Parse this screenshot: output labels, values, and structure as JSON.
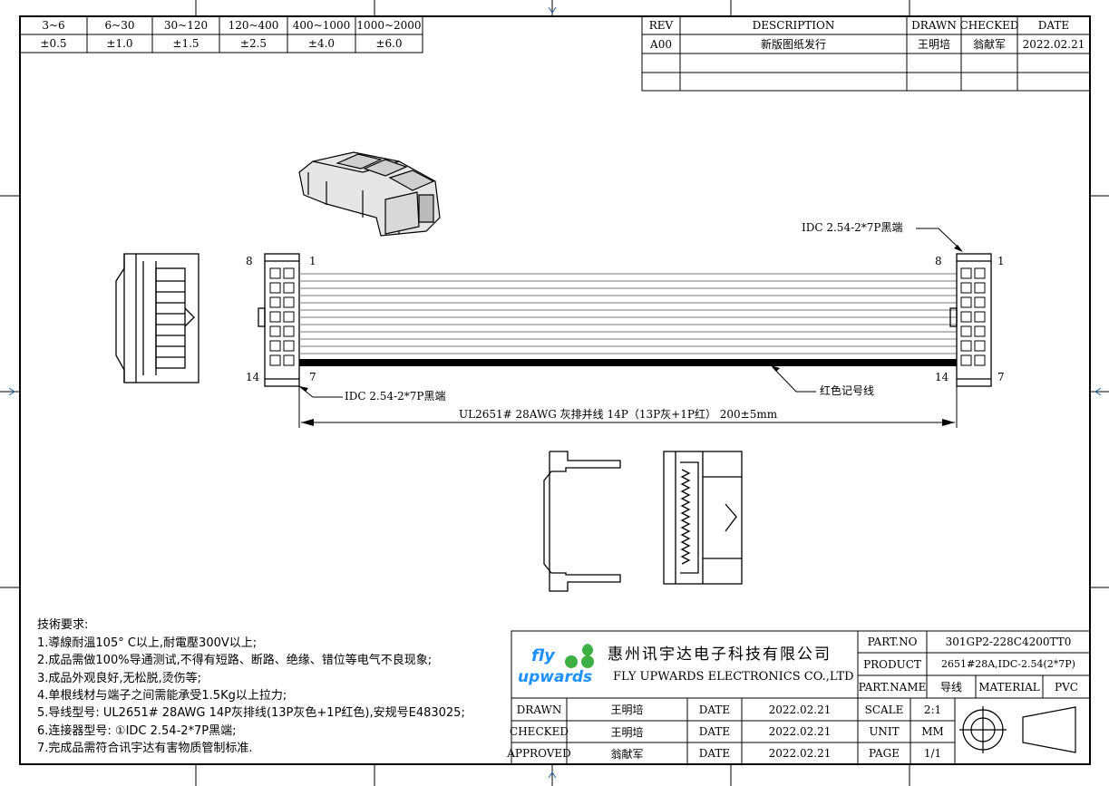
{
  "tolerance_table": {
    "ranges": [
      "3~6",
      "6~30",
      "30~120",
      "120~400",
      "400~1000",
      "1000~2000"
    ],
    "values": [
      "±0.5",
      "±1.0",
      "±1.5",
      "±2.5",
      "±4.0",
      "±6.0"
    ]
  },
  "revision_table": {
    "headers": {
      "rev": "REV",
      "description": "DESCRIPTION",
      "drawn": "DRAWN",
      "checked": "CHECKED",
      "date": "DATE"
    },
    "rows": [
      {
        "rev": "A00",
        "description": "新版图纸发行",
        "drawn": "王明培",
        "checked": "翁献军",
        "date": "2022.02.21"
      }
    ]
  },
  "drawing": {
    "label_idc_top": "IDC 2.54-2*7P黑端",
    "label_idc_bottom": "IDC 2.54-2*7P黑端",
    "label_red_wire": "红色记号线",
    "dimension_text": "UL2651# 28AWG 灰排并线 14P（13P灰+1P红） 200±5mm",
    "left_pin_tl": "8",
    "left_pin_tr": "1",
    "left_pin_bl": "14",
    "left_pin_br": "7",
    "right_pin_tl": "8",
    "right_pin_tr": "1",
    "right_pin_bl": "14",
    "right_pin_br": "7"
  },
  "tech_notes": {
    "title": "技術要求:",
    "items": [
      "1.導線耐溫105° C以上,耐電壓300V以上;",
      "2.成品需做100%导通测试,不得有短路、断路、绝缘、错位等电气不良现象;",
      "3.成品外观良好,无松脱,烫伤等;",
      "4.单根线材与端子之间需能承受1.5Kg以上拉力;",
      "5.导线型号: UL2651# 28AWG 14P灰排线(13P灰色+1P红色),安规号E483025;",
      "6.连接器型号: ①IDC 2.54-2*7P黑端;",
      "7.完成品需符合讯宇达有害物质管制标准."
    ]
  },
  "title_block": {
    "logo_fly": "fly",
    "logo_upwards": "upwards",
    "company_cn": "惠州讯宇达电子科技有限公司",
    "company_en": "FLY UPWARDS ELECTRONICS CO.,LTD",
    "drawn_label": "DRAWN",
    "drawn_name": "王明培",
    "checked_label": "CHECKED",
    "checked_name": "王明培",
    "approved_label": "APPROVED",
    "approved_name": "翁献军",
    "date_label": "DATE",
    "date_value": "2022.02.21",
    "part_no_label": "PART.NO",
    "part_no": "301GP2-228C4200TT0",
    "product_label": "PRODUCT",
    "product": "2651#28A,IDC-2.54(2*7P)",
    "part_name_label": "PART.NAME",
    "part_name": "导线",
    "material_label": "MATERIAL",
    "material": "PVC",
    "scale_label": "SCALE",
    "scale": "2:1",
    "unit_label": "UNIT",
    "unit": "MM",
    "page_label": "PAGE",
    "page": "1/1"
  },
  "colors": {
    "logo_blue": "#1e90ff",
    "logo_green": "#3cb043",
    "line": "#000000",
    "wire": "#7a7a7a"
  }
}
